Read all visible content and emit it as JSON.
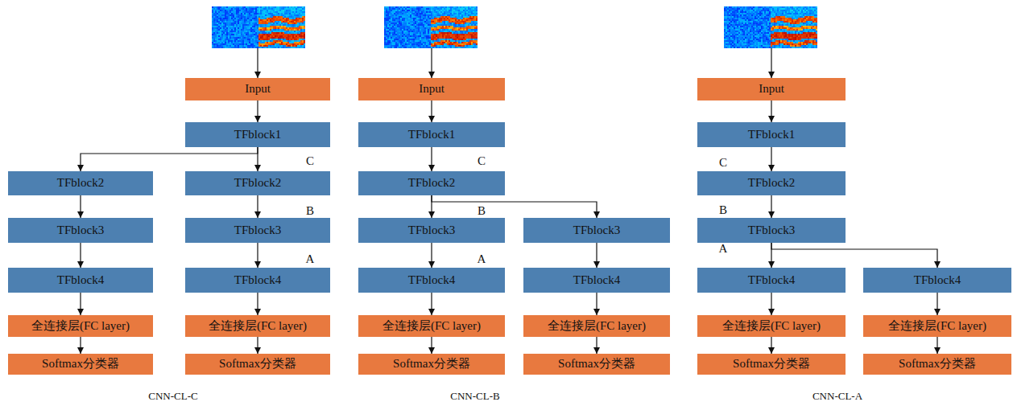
{
  "diagram": {
    "nodes": [
      {
        "text": [
          "Input"
        ]
      },
      {
        "text": [
          "TFblock1"
        ]
      },
      {
        "text": [
          "TFblock2"
        ]
      },
      {
        "text": [
          "TFblock3"
        ]
      },
      {
        "text": [
          "TFblock4"
        ]
      },
      {
        "text": [
          "全连接层(FC layer)"
        ]
      },
      {
        "text": [
          "Softmax分类器"
        ]
      },
      {
        "text": [
          "TFblock2"
        ]
      },
      {
        "text": [
          "TFblock3"
        ]
      },
      {
        "text": [
          "TFblock4"
        ]
      },
      {
        "text": [
          "全连接层(FC layer)"
        ]
      },
      {
        "text": [
          "Softmax分类器"
        ]
      },
      {
        "text": [
          "Input"
        ]
      },
      {
        "text": [
          "TFblock1"
        ]
      },
      {
        "text": [
          "TFblock2"
        ]
      },
      {
        "text": [
          "TFblock3"
        ]
      },
      {
        "text": [
          "TFblock4"
        ]
      },
      {
        "text": [
          "全连接层(FC layer)"
        ]
      },
      {
        "text": [
          "Softmax分类器"
        ]
      },
      {
        "text": [
          "TFblock3"
        ]
      },
      {
        "text": [
          "TFblock4"
        ]
      },
      {
        "text": [
          "全连接层(FC layer)"
        ]
      },
      {
        "text": [
          "Softmax分类器"
        ]
      },
      {
        "text": [
          "Input"
        ]
      },
      {
        "text": [
          "TFblock1"
        ]
      },
      {
        "text": [
          "TFblock2"
        ]
      },
      {
        "text": [
          "TFblock3"
        ]
      },
      {
        "text": [
          "TFblock4"
        ]
      },
      {
        "text": [
          "全连接层(FC layer)"
        ]
      },
      {
        "text": [
          "Softmax分类器"
        ]
      },
      {
        "text": [
          "TFblock4"
        ]
      },
      {
        "text": [
          "全连接层(FC layer)"
        ]
      },
      {
        "text": [
          "Softmax分类器"
        ]
      }
    ],
    "edges": [
      {
        "from": 0,
        "to": 1,
        "arrow": "to"
      },
      {
        "from": 1,
        "to": 2,
        "arrow": "to"
      },
      {
        "from": 2,
        "to": 3,
        "arrow": "to"
      },
      {
        "from": 3,
        "to": 4,
        "arrow": "to"
      },
      {
        "from": 4,
        "to": 5,
        "arrow": "to"
      },
      {
        "from": 5,
        "to": 6,
        "arrow": "to"
      },
      {
        "from": 1,
        "to": 7,
        "arrow": "to"
      },
      {
        "from": 7,
        "to": 8,
        "arrow": "to"
      },
      {
        "from": 8,
        "to": 9,
        "arrow": "to"
      },
      {
        "from": 9,
        "to": 10,
        "arrow": "to"
      },
      {
        "from": 10,
        "to": 11,
        "arrow": "to"
      },
      {
        "from": 12,
        "to": 13,
        "arrow": "to"
      },
      {
        "from": 13,
        "to": 14,
        "arrow": "to"
      },
      {
        "from": 14,
        "to": 15,
        "arrow": "to"
      },
      {
        "from": 15,
        "to": 16,
        "arrow": "to"
      },
      {
        "from": 16,
        "to": 17,
        "arrow": "to"
      },
      {
        "from": 17,
        "to": 18,
        "arrow": "to"
      },
      {
        "from": 14,
        "to": 19,
        "arrow": "to"
      },
      {
        "from": 19,
        "to": 20,
        "arrow": "to"
      },
      {
        "from": 20,
        "to": 21,
        "arrow": "to"
      },
      {
        "from": 21,
        "to": 22,
        "arrow": "to"
      },
      {
        "from": 23,
        "to": 24,
        "arrow": "to"
      },
      {
        "from": 24,
        "to": 25,
        "arrow": "to"
      },
      {
        "from": 25,
        "to": 26,
        "arrow": "to"
      },
      {
        "from": 26,
        "to": 27,
        "arrow": "to"
      },
      {
        "from": 27,
        "to": 28,
        "arrow": "to"
      },
      {
        "from": 28,
        "to": 29,
        "arrow": "to"
      },
      {
        "from": 26,
        "to": 30,
        "arrow": "to"
      },
      {
        "from": 30,
        "to": 31,
        "arrow": "to"
      },
      {
        "from": 31,
        "to": 32,
        "arrow": "to"
      }
    ],
    "labels": [
      "C",
      "B",
      "A",
      "CNN-CL-C",
      "C",
      "B",
      "A",
      "CNN-CL-B",
      "C",
      "B",
      "A",
      "CNN-CL-A"
    ]
  }
}
